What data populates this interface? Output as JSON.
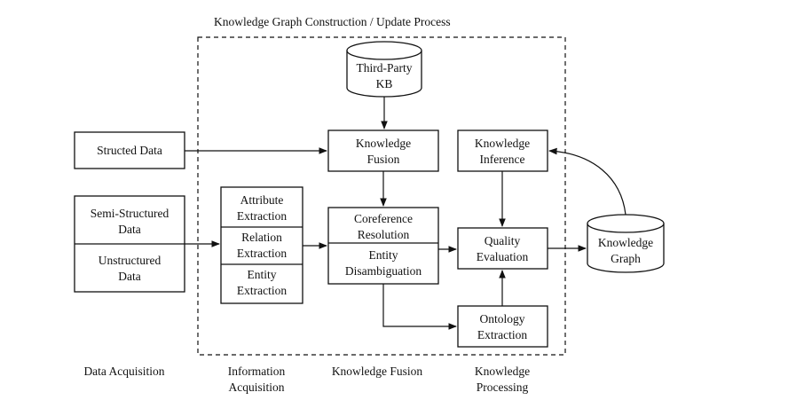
{
  "title": "Knowledge Graph Construction / Update Process",
  "sources": {
    "structured": "Structed Data",
    "semi_structured": [
      "Semi-Structured",
      "Data"
    ],
    "unstructured": [
      "Unstructured",
      "Data"
    ]
  },
  "third_party_kb": [
    "Third-Party",
    "KB"
  ],
  "information_extraction": {
    "attribute": [
      "Attribute",
      "Extraction"
    ],
    "relation": [
      "Relation",
      "Extraction"
    ],
    "entity": [
      "Entity",
      "Extraction"
    ]
  },
  "knowledge_fusion_box": [
    "Knowledge",
    "Fusion"
  ],
  "coreference": [
    "Coreference",
    "Resolution"
  ],
  "disambiguation": [
    "Entity",
    "Disambiguation"
  ],
  "knowledge_inference": [
    "Knowledge",
    "Inference"
  ],
  "quality_evaluation": [
    "Quality",
    "Evaluation"
  ],
  "ontology_extraction": [
    "Ontology",
    "Extraction"
  ],
  "knowledge_graph": [
    "Knowledge",
    "Graph"
  ],
  "stages": {
    "data_acquisition": "Data Acquisition",
    "information_acquisition": [
      "Information",
      "Acquisition"
    ],
    "knowledge_fusion": "Knowledge Fusion",
    "knowledge_processing": [
      "Knowledge",
      "Processing"
    ]
  }
}
